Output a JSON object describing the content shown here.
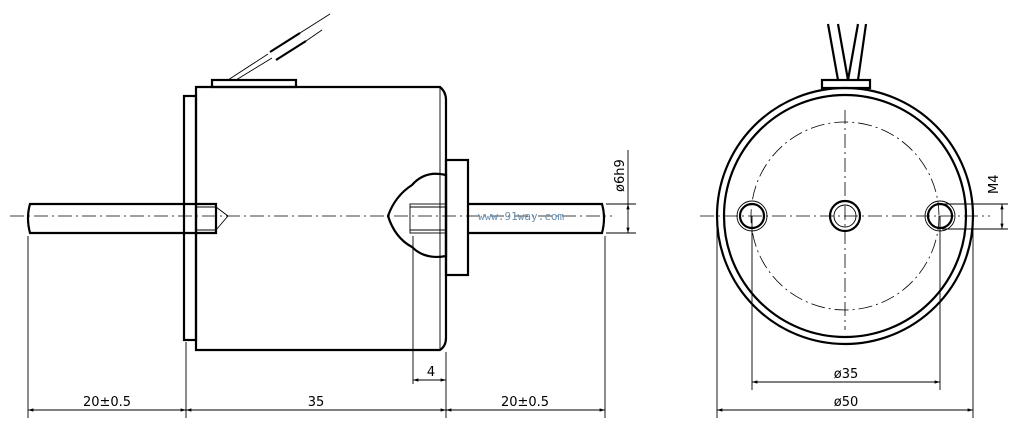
{
  "drawing": {
    "side_view": {
      "dim_left_shaft": "20±0.5",
      "dim_body": "35",
      "dim_right_shaft": "20±0.5",
      "dim_flange": "4",
      "dim_shaft_diameter": "ø6h9"
    },
    "end_view": {
      "dim_thread": "M4",
      "dim_hole_circle": "ø35",
      "dim_outer_diameter": "ø50"
    },
    "watermark": "www.91way.com"
  }
}
